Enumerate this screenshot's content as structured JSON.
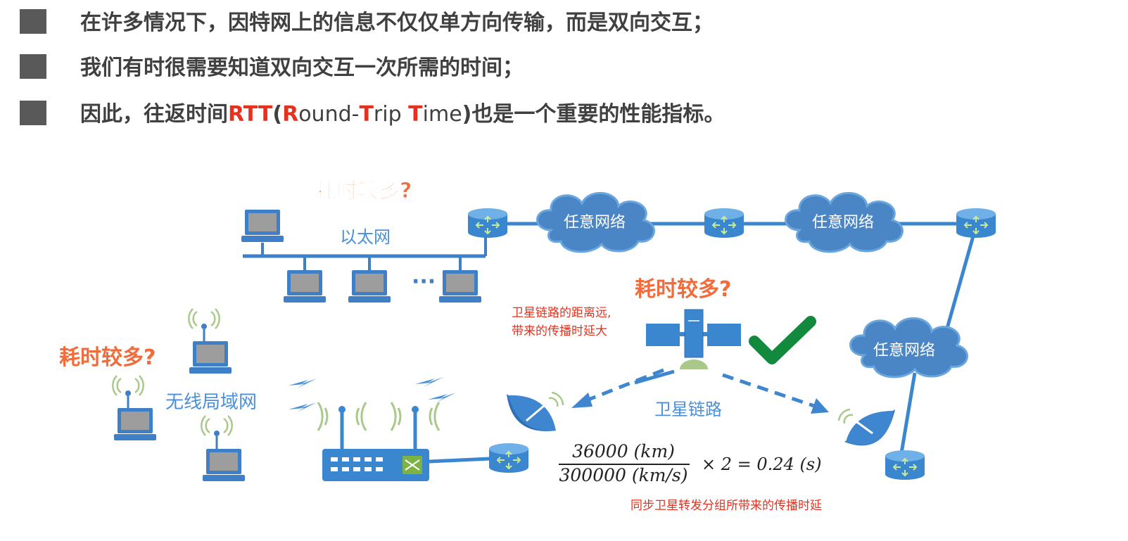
{
  "bullets": [
    {
      "text": "在许多情况下，因特网上的信息不仅仅单方向传输，而是双向交互；"
    },
    {
      "text": "我们有时很需要知道双向交互一次所需的时间；"
    },
    {
      "prefix": "因此，往返时间",
      "acronym": "RTT",
      "open": "(",
      "r1": "R",
      "r2": "ound-",
      "t1": "T",
      "t2": "rip ",
      "t3": "T",
      "t4": "ime",
      "suffix": ")也是一个重要的性能指标。"
    }
  ],
  "diagram": {
    "labels": {
      "ethernet": "以太网",
      "cloud1": "任意网络",
      "cloud2": "任意网络",
      "cloud3": "任意网络",
      "wlan": "无线局域网",
      "satellite_link": "卫星链路",
      "ellipsis": "···"
    },
    "questions": {
      "q1": "耗时较多?",
      "q2": "耗时较多?",
      "q3": "耗时较多?"
    },
    "annotations": {
      "sat_line1": "卫星链路的距离远,",
      "sat_line2": "带来的传播时延大",
      "bottom_note": "同步卫星转发分组所带来的传播时延"
    },
    "formula": {
      "numerator": "36000  (km)",
      "denominator": "300000  (km/s)",
      "result": "×  2  =  0.24  (s)"
    },
    "colors": {
      "blue": "#4a90d9",
      "cloud": "#4a86c6",
      "question": "#f26b3a",
      "check": "#118a3e",
      "annotation": "#e8301e"
    }
  }
}
